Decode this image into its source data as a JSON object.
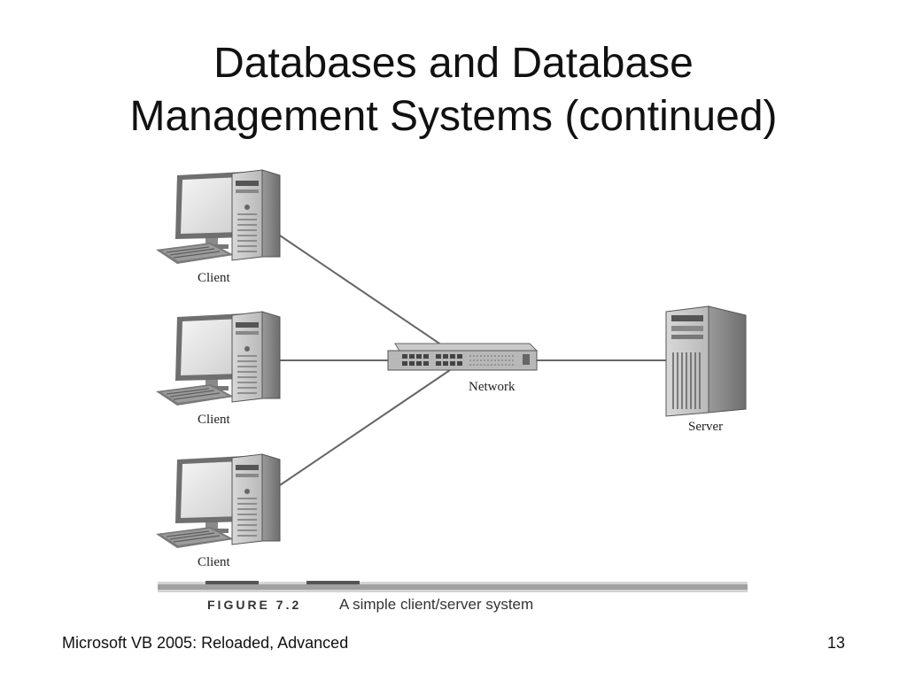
{
  "slide": {
    "title_line1": "Databases and Database",
    "title_line2": "Management Systems (continued)",
    "footer_left": "Microsoft VB 2005: Reloaded, Advanced",
    "page_number": "13"
  },
  "diagram": {
    "client_label": "Client",
    "network_label": "Network",
    "server_label": "Server",
    "figure_number": "FIGURE 7.2",
    "figure_caption": "A simple client/server system"
  }
}
